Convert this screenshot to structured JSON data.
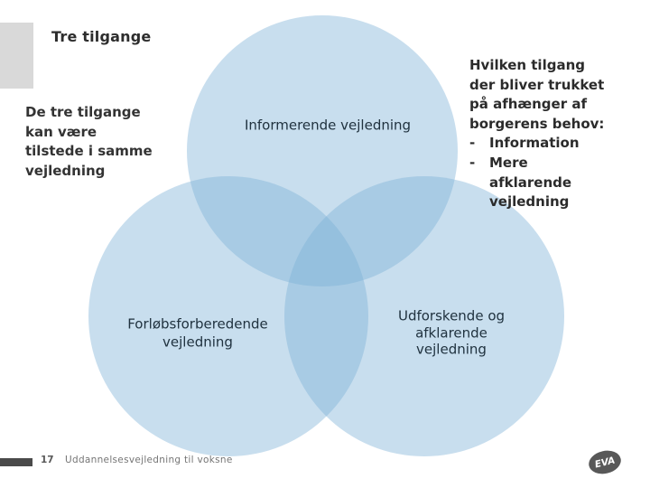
{
  "slide": {
    "title": "Tre tilgange",
    "side_note": "De tre tilgange\nkan være\ntilstede i samme\nvejledning",
    "need_note": {
      "intro": "Hvilken tilgang\nder bliver trukket\npå afhænger af\nborgerens behov:",
      "bullets": [
        {
          "marker": "-",
          "text": "Information"
        },
        {
          "marker": "-",
          "text": "Mere\nafklarende\nvejledning"
        }
      ]
    },
    "venn": {
      "fill": "#7db0d7",
      "circles": [
        {
          "id": "informerende",
          "label": "Informerende vejledning"
        },
        {
          "id": "forlobsforberedende",
          "label": "Forløbsforberedende\nvejledning"
        },
        {
          "id": "udforskende",
          "label": "Udforskende og\nafklarende\nvejledning"
        }
      ]
    },
    "footer": {
      "page_number": "17",
      "deck_title": "Uddannelsesvejledning til voksne"
    },
    "logo_text": "EVA"
  },
  "colors": {
    "title_text": "#2d2d2d",
    "body_text": "#333333",
    "venn_label_text": "#20323f",
    "circle_single": "#c5e0f0",
    "circle_double_overlap": "#abd2e8",
    "circle_triple_overlap": "#9acbe4",
    "accent_block": "#d9d9d9",
    "footer_bar": "#4a4a4a",
    "footer_text": "#757575",
    "logo_bg": "#585858"
  }
}
